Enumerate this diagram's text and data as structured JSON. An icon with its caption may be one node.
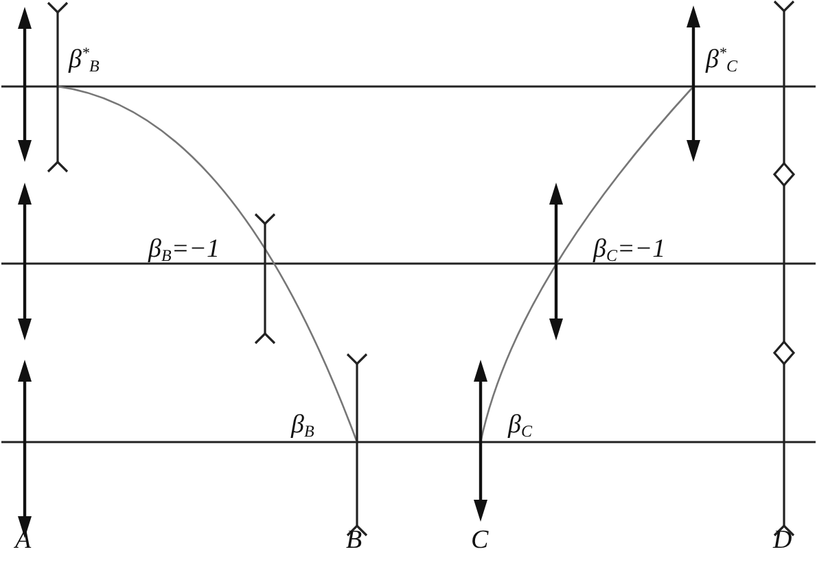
{
  "diagram": {
    "labels": [
      "β$^{*}$$_{B}$",
      "β$^{*}$$_{C}$",
      "β$_{B}$=−1",
      "β$_{C}$=−1",
      "β$_{B}$",
      "β$_{C}$",
      "A",
      "B",
      "C",
      "D"
    ]
  }
}
